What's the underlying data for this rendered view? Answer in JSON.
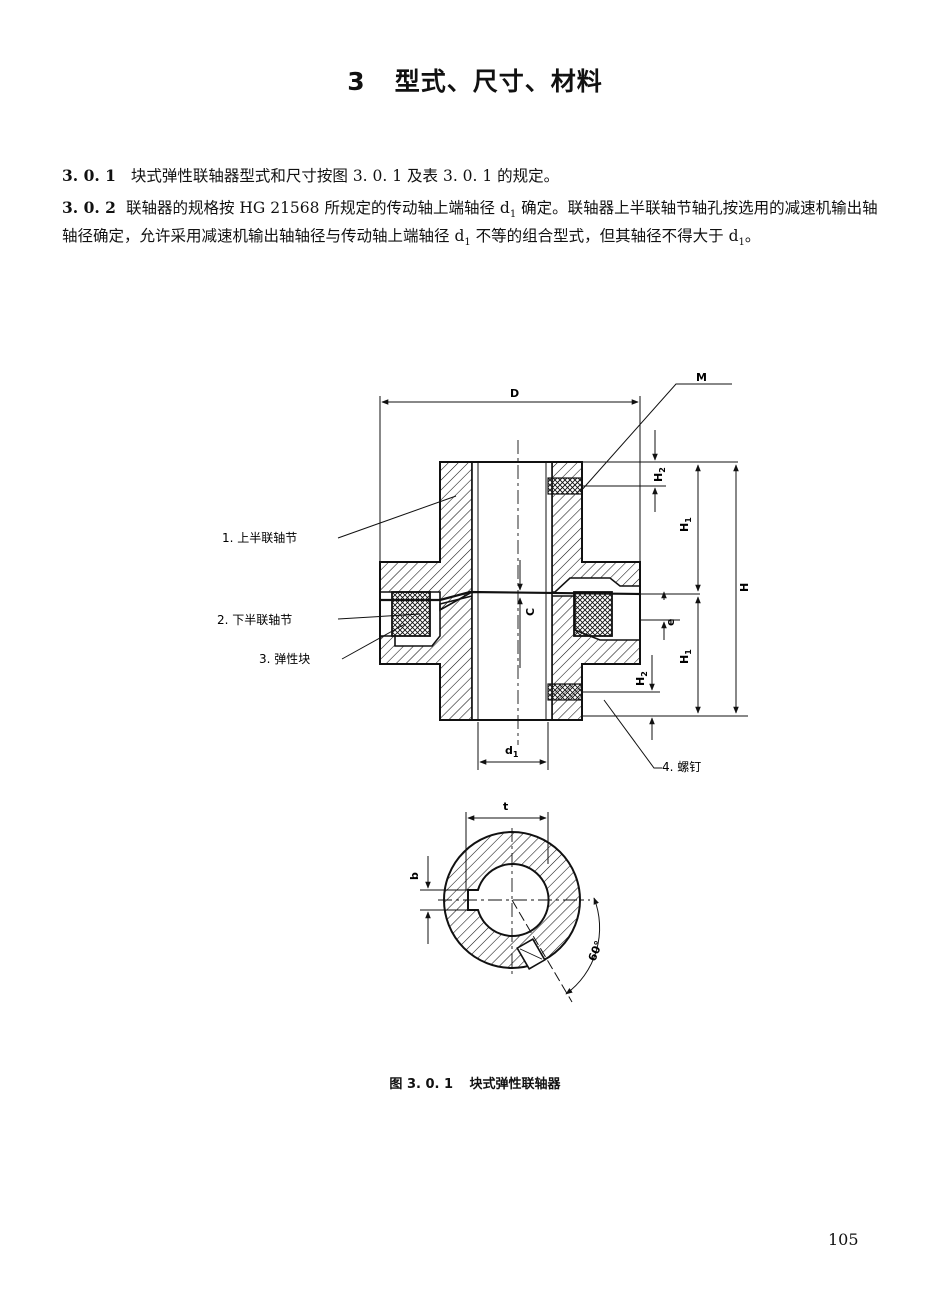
{
  "section": {
    "number": "3",
    "title": "型式、尺寸、材料"
  },
  "clauses": [
    {
      "number": "3. 0. 1",
      "text": "块式弹性联轴器型式和尺寸按图 3. 0. 1 及表 3. 0. 1 的规定。"
    },
    {
      "number": "3. 0. 2",
      "text_before_d1": "联轴器的规格按 HG 21568 所规定的传动轴上端轴径 ",
      "text_mid": " 确定。联轴器上半联轴节轴孔按选用的减速机输出轴轴径确定，允许采用减速机输出轴轴径与传动轴上端轴径 ",
      "text_end": " 不等的组合型式，但其轴径不得大于 ",
      "text_tail": "。"
    }
  ],
  "symbols": {
    "d": "d",
    "sub1": "1"
  },
  "figure": {
    "callouts": [
      "1. 上半联轴节",
      "2. 下半联轴节",
      "3. 弹性块",
      "4. 螺钉"
    ],
    "dims": {
      "D": "D",
      "M": "M",
      "H": "H",
      "H1": "H",
      "H2": "H",
      "C": "C",
      "e": "e",
      "t": "t",
      "b": "b",
      "d1": "d",
      "angle": "60°",
      "sub1": "1",
      "sub2": "2"
    },
    "caption_number": "图 3. 0. 1",
    "caption_title": "块式弹性联轴器"
  },
  "page_number": "105"
}
